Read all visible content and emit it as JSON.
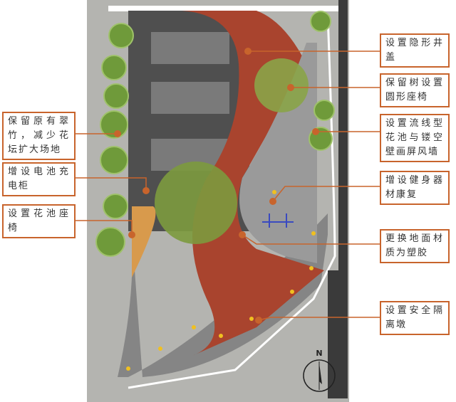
{
  "colors": {
    "accent": "#c8642c",
    "rubber": "#a9442e",
    "pavement": "#8c8c8c",
    "dark_pavement": "#4a4a4a",
    "tree": "#6f9a3a"
  },
  "compass": {
    "label": "N"
  },
  "labels_right": [
    {
      "text": "设置隐形井盖"
    },
    {
      "text": "保留树设置圆形座椅"
    },
    {
      "text": "设置流线型花池与镂空壁画屏风墙"
    },
    {
      "text": "增设健身器材康复"
    },
    {
      "text": "更换地面材质为塑胶"
    },
    {
      "text": "设置安全隔离墩"
    }
  ],
  "labels_left": [
    {
      "text": "保留原有翠竹，减少花坛扩大场地"
    },
    {
      "text": "增设电池充电柜"
    },
    {
      "text": "设置花池座椅"
    }
  ]
}
